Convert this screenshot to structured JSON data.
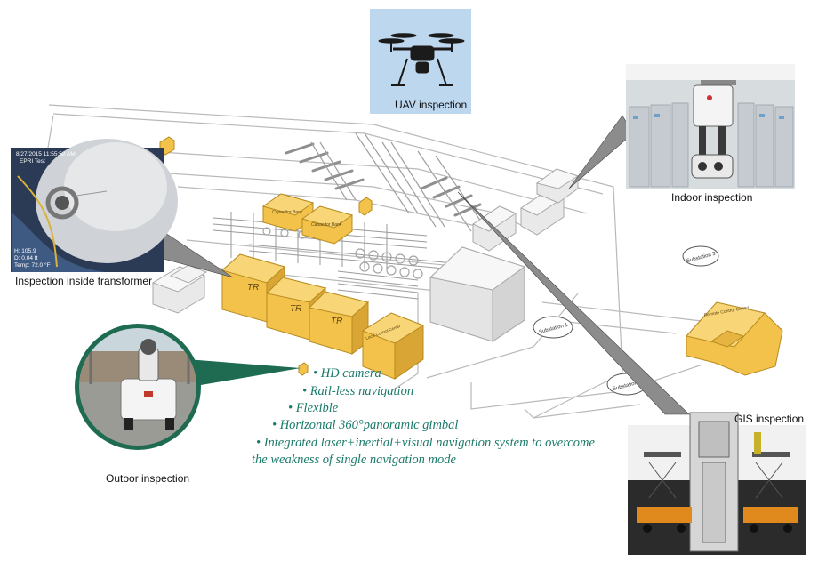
{
  "captions": {
    "uav": "UAV inspection",
    "indoor": "Indoor inspection",
    "transformer": "Inspection inside transformer",
    "outdoor": "Outoor inspection",
    "gis": "GIS inspection"
  },
  "features": [
    "• HD camera",
    "• Rail-less navigation",
    "• Flexible",
    "• Horizontal 360°panoramic gimbal",
    "• Integrated laser+inertial+visual navigation system to overcome",
    "the weakness of single navigation mode"
  ],
  "plan_labels": {
    "tr": "TR",
    "capacitor_bank": "Capacitor Bank",
    "local_control": "Local Control Center",
    "remote_control": "Remote Control Center",
    "substation1": "Substation 1",
    "substation2": "Substation 2",
    "substation3": "Substation 3"
  },
  "camera_overlay": {
    "timestamp": "8/27/2015 11:55:52 AM",
    "source": "EPRI Test",
    "h": "H: 105.9",
    "d": "D: 0.04 ft",
    "temp": "Temp: 72.0 °F"
  },
  "colors": {
    "building_yellow": "#f2c24a",
    "building_white": "#e9e9ea",
    "feature_text": "#1a7a6a",
    "outdoor_ring": "#1e6b52",
    "uav_bg": "#bcd7ee"
  }
}
